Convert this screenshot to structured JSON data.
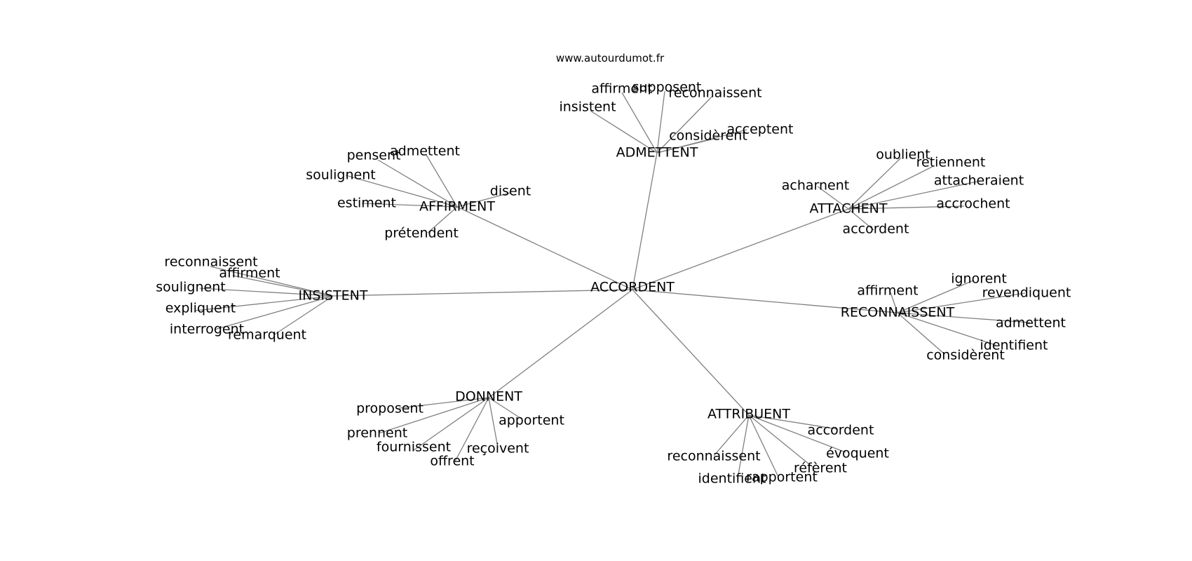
{
  "credit": "www.autourdumot.fr",
  "graph": {
    "center": "ACCORDENT",
    "hubs": [
      {
        "label": "ADMETTENT",
        "leaves": [
          "insistent",
          "affirment",
          "supposent",
          "reconnaissent",
          "considèrent",
          "acceptent"
        ]
      },
      {
        "label": "AFFIRMENT",
        "leaves": [
          "pensent",
          "admettent",
          "soulignent",
          "estiment",
          "disent",
          "prétendent"
        ]
      },
      {
        "label": "ATTACHENT",
        "leaves": [
          "acharnent",
          "oublient",
          "retiennent",
          "attacheraient",
          "accrochent",
          "accordent"
        ]
      },
      {
        "label": "INSISTENT",
        "leaves": [
          "reconnaissent",
          "affirment",
          "soulignent",
          "expliquent",
          "interrogent",
          "remarquent"
        ]
      },
      {
        "label": "RECONNAISSENT",
        "leaves": [
          "affirment",
          "ignorent",
          "revendiquent",
          "admettent",
          "identifient",
          "considèrent"
        ]
      },
      {
        "label": "DONNENT",
        "leaves": [
          "proposent",
          "prennent",
          "fournissent",
          "offrent",
          "reçoivent",
          "apportent"
        ]
      },
      {
        "label": "ATTRIBUENT",
        "leaves": [
          "accordent",
          "évoquent",
          "réfèrent",
          "rapportent",
          "identifient",
          "reconnaissent"
        ]
      }
    ]
  }
}
